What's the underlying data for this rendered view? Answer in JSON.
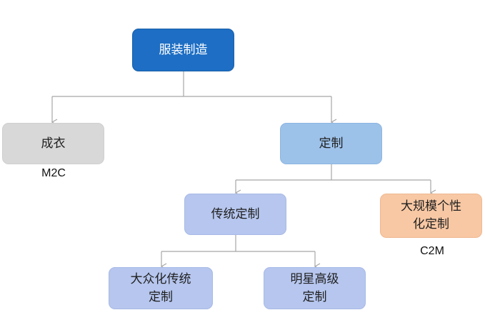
{
  "diagram": {
    "root": {
      "label": "服装制造"
    },
    "chengyi": {
      "label": "成衣",
      "caption": "M2C"
    },
    "dingzhi": {
      "label": "定制"
    },
    "chuantong": {
      "label": "传统定制"
    },
    "daguimo": {
      "line1": "大规模个性",
      "line2": "化定制",
      "caption": "C2M"
    },
    "dazhong": {
      "line1": "大众化传统",
      "line2": "定制"
    },
    "mingxing": {
      "line1": "明星高级",
      "line2": "定制"
    },
    "colors": {
      "root_fill": "#1d6ec4",
      "gray_fill": "#d8d8d8",
      "blue_fill": "#9dc2ea",
      "lavender_fill": "#b6c6ee",
      "peach_fill": "#f8c8a4",
      "connector": "#a6a6a6"
    }
  }
}
